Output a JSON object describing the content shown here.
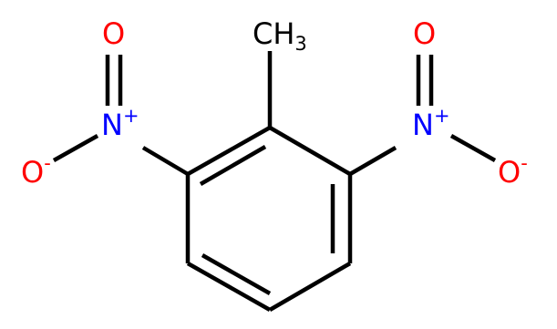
{
  "molecule": {
    "colors": {
      "bond": "#000000",
      "oxygen": "#ff0000",
      "nitrogen": "#0000ff",
      "carbon": "#000000",
      "background": "#ffffff"
    },
    "methyl": {
      "symbol": "CH",
      "subscript": "3"
    },
    "left_nitro": {
      "nitrogen": {
        "symbol": "N",
        "charge": "+"
      },
      "oxygen_top": {
        "symbol": "O"
      },
      "oxygen_bottom": {
        "symbol": "O",
        "charge": "-"
      }
    },
    "right_nitro": {
      "nitrogen": {
        "symbol": "N",
        "charge": "+"
      },
      "oxygen_top": {
        "symbol": "O"
      },
      "oxygen_bottom": {
        "symbol": "O",
        "charge": "-"
      }
    }
  }
}
